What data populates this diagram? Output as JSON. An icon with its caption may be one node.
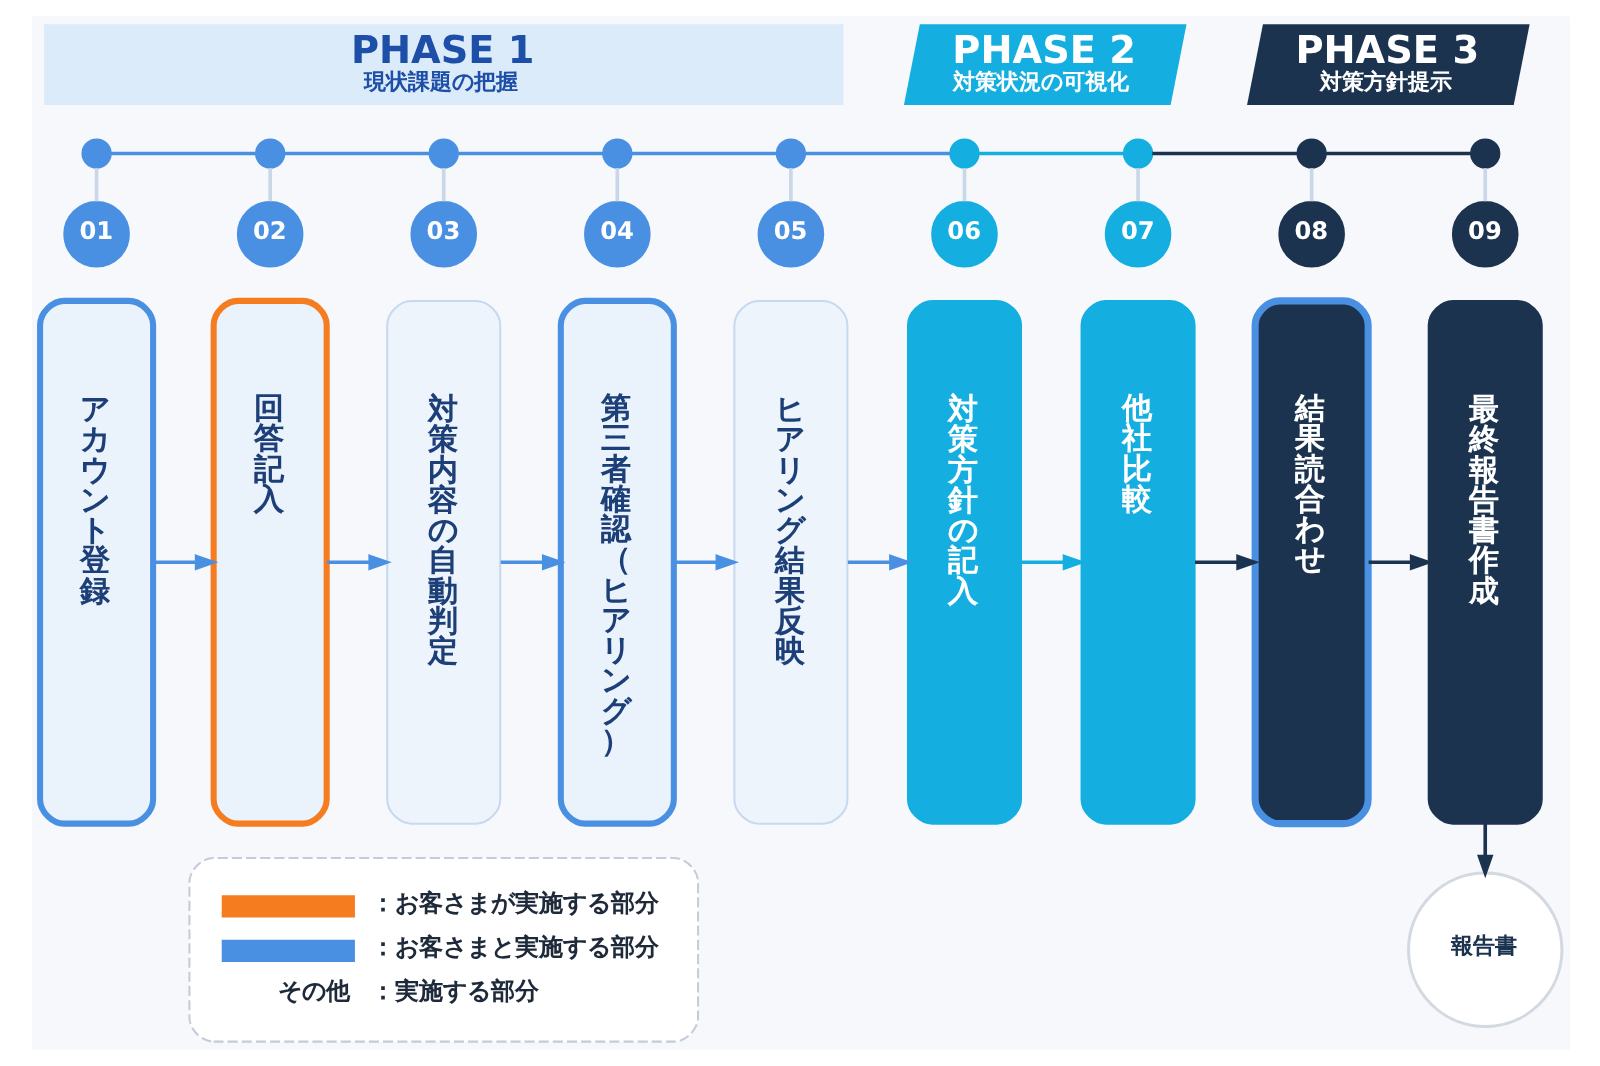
{
  "diagram": {
    "nodes": [
      {
        "text": [
          "PHASE 1",
          "現状課題の把握"
        ]
      },
      {
        "text": [
          "PHASE 2",
          "対策状況の可視化"
        ]
      },
      {
        "text": [
          "PHASE 3",
          "対策方針提示"
        ]
      },
      {
        "text": [],
        "shape": "circle"
      },
      {
        "text": [],
        "shape": "circle"
      },
      {
        "text": [],
        "shape": "circle"
      },
      {
        "text": [],
        "shape": "circle"
      },
      {
        "text": [],
        "shape": "circle"
      },
      {
        "text": [],
        "shape": "circle"
      },
      {
        "text": [],
        "shape": "circle"
      },
      {
        "text": [],
        "shape": "circle"
      },
      {
        "text": [],
        "shape": "circle"
      },
      {
        "text": [
          "01"
        ]
      },
      {
        "text": [
          "02"
        ]
      },
      {
        "text": [
          "03"
        ]
      },
      {
        "text": [
          "04"
        ]
      },
      {
        "text": [
          "05"
        ]
      },
      {
        "text": [
          "06"
        ]
      },
      {
        "text": [
          "07"
        ]
      },
      {
        "text": [
          "08"
        ]
      },
      {
        "text": [
          "09"
        ]
      },
      {
        "text": [
          "アカウント登録"
        ]
      },
      {
        "text": [
          "回答記入"
        ]
      },
      {
        "text": [
          "対策内容の自動判定"
        ]
      },
      {
        "text": [
          "第三者確認（ヒアリング）"
        ]
      },
      {
        "text": [
          "ヒアリング結果反映"
        ]
      },
      {
        "text": [
          "対策方針の記入"
        ]
      },
      {
        "text": [
          "他社比較"
        ]
      },
      {
        "text": [
          "結果読合わせ"
        ]
      },
      {
        "text": [
          "最終報告書作成"
        ]
      },
      {
        "text": [
          "報告書"
        ]
      }
    ],
    "edges": [
      {
        "from": 3,
        "to": 4,
        "arrow": "none"
      },
      {
        "from": 4,
        "to": 5,
        "arrow": "none"
      },
      {
        "from": 5,
        "to": 6,
        "arrow": "none"
      },
      {
        "from": 6,
        "to": 7,
        "arrow": "none"
      },
      {
        "from": 7,
        "to": 8,
        "arrow": "none"
      },
      {
        "from": 8,
        "to": 9,
        "arrow": "none",
        "color": "#14aee0"
      },
      {
        "from": 9,
        "to": 10,
        "arrow": "none",
        "color": "#1c3350"
      },
      {
        "from": 10,
        "to": 11,
        "arrow": "none",
        "color": "#1c3350"
      },
      {
        "from": 3,
        "to": 12,
        "arrow": "none",
        "color": "#c9d7e8"
      },
      {
        "from": 4,
        "to": 13,
        "arrow": "none",
        "color": "#c9d7e8"
      },
      {
        "from": 5,
        "to": 14,
        "arrow": "none",
        "color": "#c9d7e8"
      },
      {
        "from": 6,
        "to": 15,
        "arrow": "none",
        "color": "#c9d7e8"
      },
      {
        "from": 7,
        "to": 16,
        "arrow": "none",
        "color": "#c9d7e8"
      },
      {
        "from": 8,
        "to": 17,
        "arrow": "none",
        "color": "#c9d7e8"
      },
      {
        "from": 9,
        "to": 18,
        "arrow": "none",
        "color": "#c9d7e8"
      },
      {
        "from": 10,
        "to": 19,
        "arrow": "none",
        "color": "#c9d7e8"
      },
      {
        "from": 11,
        "to": 20,
        "arrow": "none",
        "color": "#c9d7e8"
      },
      {
        "from": 21,
        "to": 22,
        "arrow": "to"
      },
      {
        "from": 22,
        "to": 23,
        "arrow": "to"
      },
      {
        "from": 23,
        "to": 24,
        "arrow": "to"
      },
      {
        "from": 24,
        "to": 25,
        "arrow": "to"
      },
      {
        "from": 25,
        "to": 26,
        "arrow": "to"
      },
      {
        "from": 26,
        "to": 27,
        "arrow": "to",
        "color": "#14aee0"
      },
      {
        "from": 27,
        "to": 28,
        "arrow": "to",
        "color": "#1c3350"
      },
      {
        "from": 28,
        "to": 29,
        "arrow": "to",
        "color": "#1c3350"
      },
      {
        "from": 29,
        "to": 30,
        "arrow": "to",
        "color": "#1c3350"
      }
    ],
    "labels": [
      "その他"
    ],
    "legend": [
      {
        "text": "：お客さまが実施する部分",
        "color": "#f57c1f"
      },
      {
        "text": "：お客さまと実施する部分",
        "color": "#4a90e2"
      },
      {
        "text": "：実施する部分"
      }
    ]
  }
}
